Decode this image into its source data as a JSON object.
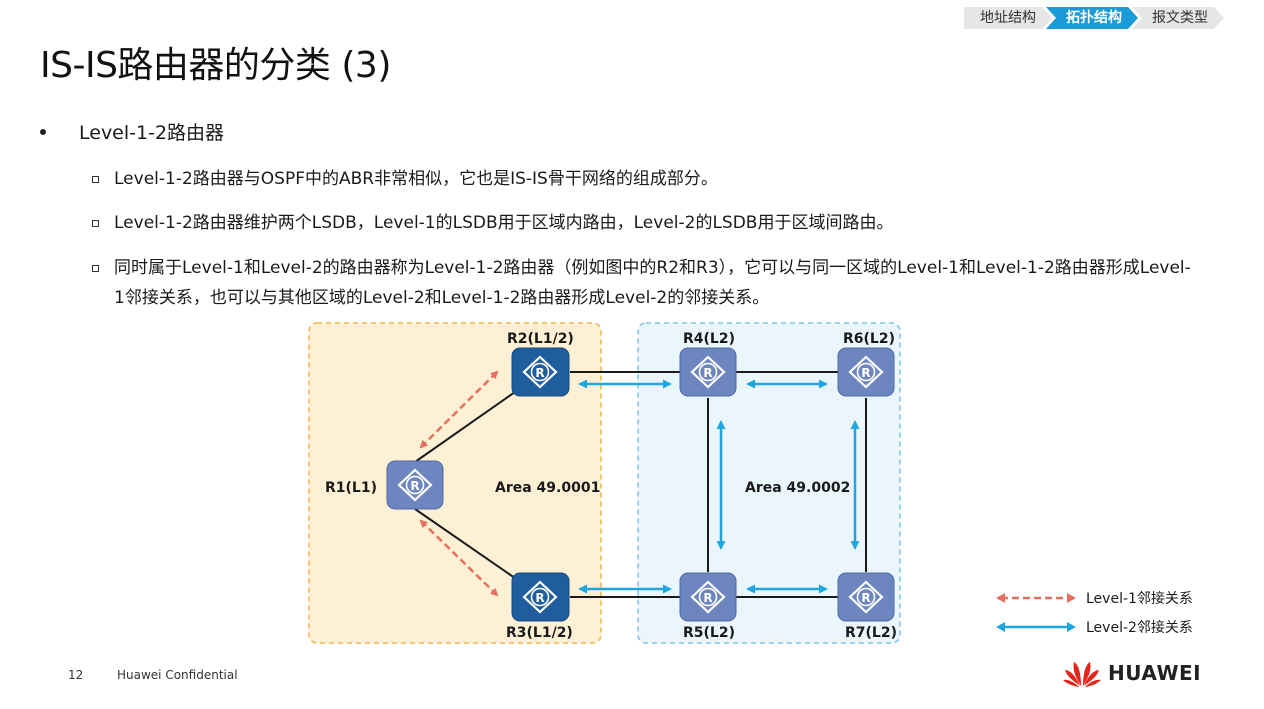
{
  "breadcrumb": [
    "地址结构",
    "拓扑结构",
    "报文类型"
  ],
  "title": "IS-IS路由器的分类 (3)",
  "bullet": "Level-1-2路由器",
  "subbullets": [
    "Level-1-2路由器与OSPF中的ABR非常相似，它也是IS-IS骨干网络的组成部分。",
    "Level-1-2路由器维护两个LSDB，Level-1的LSDB用于区域内路由，Level-2的LSDB用于区域间路由。",
    "同时属于Level-1和Level-2的路由器称为Level-1-2路由器（例如图中的R2和R3），它可以与同一区域的Level-1和Level-1-2路由器形成Level-1邻接关系，也可以与其他区域的Level-2和Level-1-2路由器形成Level-2的邻接关系。"
  ],
  "diagram": {
    "areas": [
      "Area 49.0001",
      "Area 49.0002"
    ],
    "routers": {
      "r1": "R1(L1)",
      "r2": "R2(L1/2)",
      "r3": "R3(L1/2)",
      "r4": "R4(L2)",
      "r5": "R5(L2)",
      "r6": "R6(L2)",
      "r7": "R7(L2)"
    },
    "router_glyph": "R"
  },
  "legend": {
    "l1": "Level-1邻接关系",
    "l2": "Level-2邻接关系"
  },
  "colors": {
    "accent": "#1a9ad6",
    "level1": "#e5705f",
    "level2": "#1ea6e0",
    "area1_bg": "#fdf0d5",
    "area2_bg": "#eaf5fc",
    "router_l1": "#6e86c0",
    "router_l12": "#1f5d9e"
  },
  "footer": {
    "page": "12",
    "confidential": "Huawei Confidential",
    "logo": "HUAWEI"
  }
}
